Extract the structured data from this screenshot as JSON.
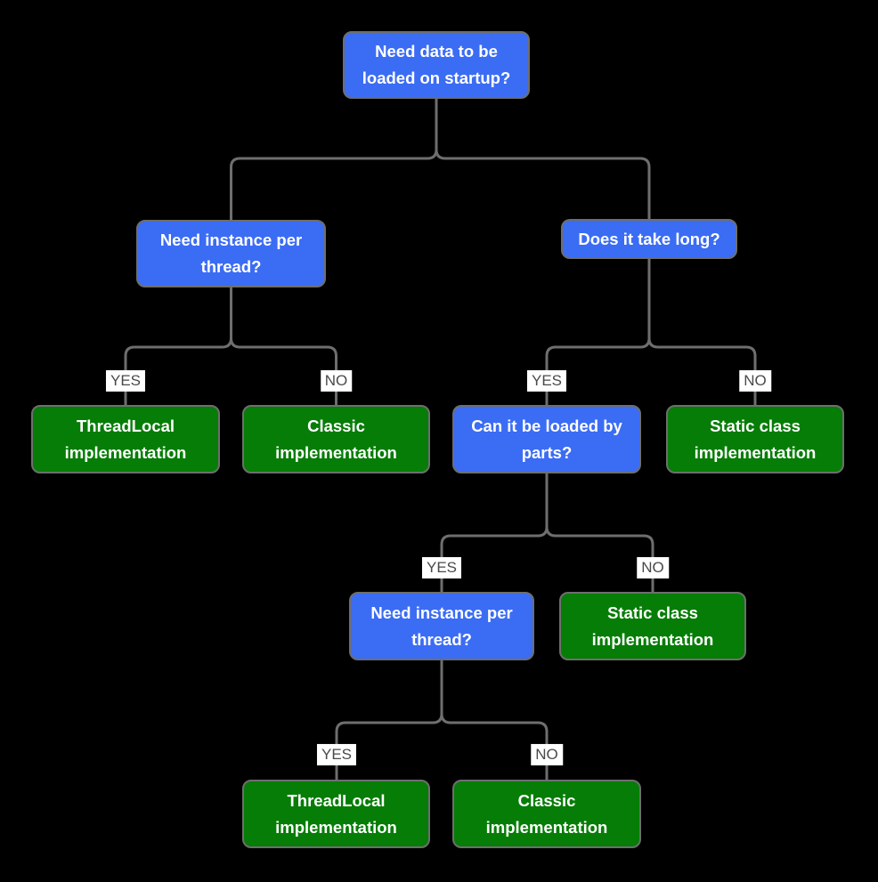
{
  "diagram": {
    "type": "decision-tree-flowchart",
    "colors": {
      "background": "#000000",
      "question_fill": "#3b6cf4",
      "result_fill": "#067d06",
      "node_border": "#6e6e6e",
      "node_text": "#ffffff",
      "edge_stroke": "#6e6e6e",
      "edge_label_bg": "#ffffff",
      "edge_label_text": "#4a4a4a"
    },
    "nodes": {
      "n1": {
        "label": "Need data to be loaded on startup?",
        "type": "question"
      },
      "n2": {
        "label": "Need instance per thread?",
        "type": "question"
      },
      "n3": {
        "label": "Does it take long?",
        "type": "question"
      },
      "n4": {
        "label": "ThreadLocal implementation",
        "type": "result"
      },
      "n5": {
        "label": "Classic implementation",
        "type": "result"
      },
      "n6": {
        "label": "Can it be loaded by parts?",
        "type": "question"
      },
      "n7": {
        "label": "Static class implementation",
        "type": "result"
      },
      "n8": {
        "label": "Need instance per thread?",
        "type": "question"
      },
      "n9": {
        "label": "Static class implementation",
        "type": "result"
      },
      "n10": {
        "label": "ThreadLocal implementation",
        "type": "result"
      },
      "n11": {
        "label": "Classic implementation",
        "type": "result"
      }
    },
    "edges": {
      "e1": {
        "from": "n1",
        "to": "n2",
        "label": ""
      },
      "e2": {
        "from": "n1",
        "to": "n3",
        "label": ""
      },
      "e3": {
        "from": "n2",
        "to": "n4",
        "label": "YES"
      },
      "e4": {
        "from": "n2",
        "to": "n5",
        "label": "NO"
      },
      "e5": {
        "from": "n3",
        "to": "n6",
        "label": "YES"
      },
      "e6": {
        "from": "n3",
        "to": "n7",
        "label": "NO"
      },
      "e7": {
        "from": "n6",
        "to": "n8",
        "label": "YES"
      },
      "e8": {
        "from": "n6",
        "to": "n9",
        "label": "NO"
      },
      "e9": {
        "from": "n8",
        "to": "n10",
        "label": "YES"
      },
      "e10": {
        "from": "n8",
        "to": "n11",
        "label": "NO"
      }
    }
  }
}
